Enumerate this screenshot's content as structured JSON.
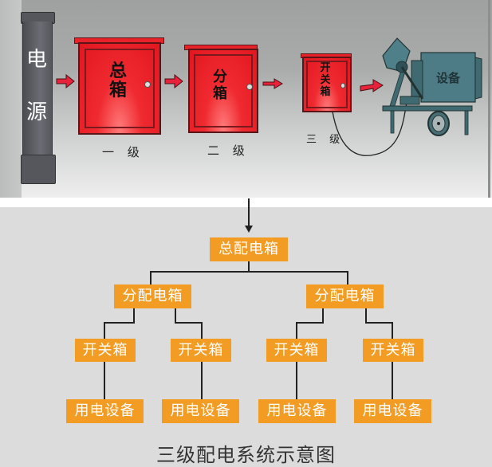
{
  "illustration": {
    "power_source_label": [
      "电",
      "源"
    ],
    "boxes": [
      {
        "label": [
          "总",
          "箱"
        ],
        "level": "一 级"
      },
      {
        "label": [
          "分",
          "箱"
        ],
        "level": "二 级"
      },
      {
        "label": [
          "开",
          "关",
          "箱"
        ],
        "level": "三 级"
      }
    ],
    "equipment_label": "设备",
    "colors": {
      "box_red": "#e3161f",
      "arrow_red": "#e8223a",
      "equipment": "#3f6a72"
    }
  },
  "hierarchy": {
    "root": "总配电箱",
    "level2": [
      "分配电箱",
      "分配电箱"
    ],
    "level3": [
      "开关箱",
      "开关箱",
      "开关箱",
      "开关箱"
    ],
    "level4": [
      "用电设备",
      "用电设备",
      "用电设备",
      "用电设备"
    ],
    "colors": {
      "node_fill": "#f39c24",
      "node_text": "#ffffff",
      "connector": "#222222"
    }
  },
  "caption": "三级配电系统示意图"
}
